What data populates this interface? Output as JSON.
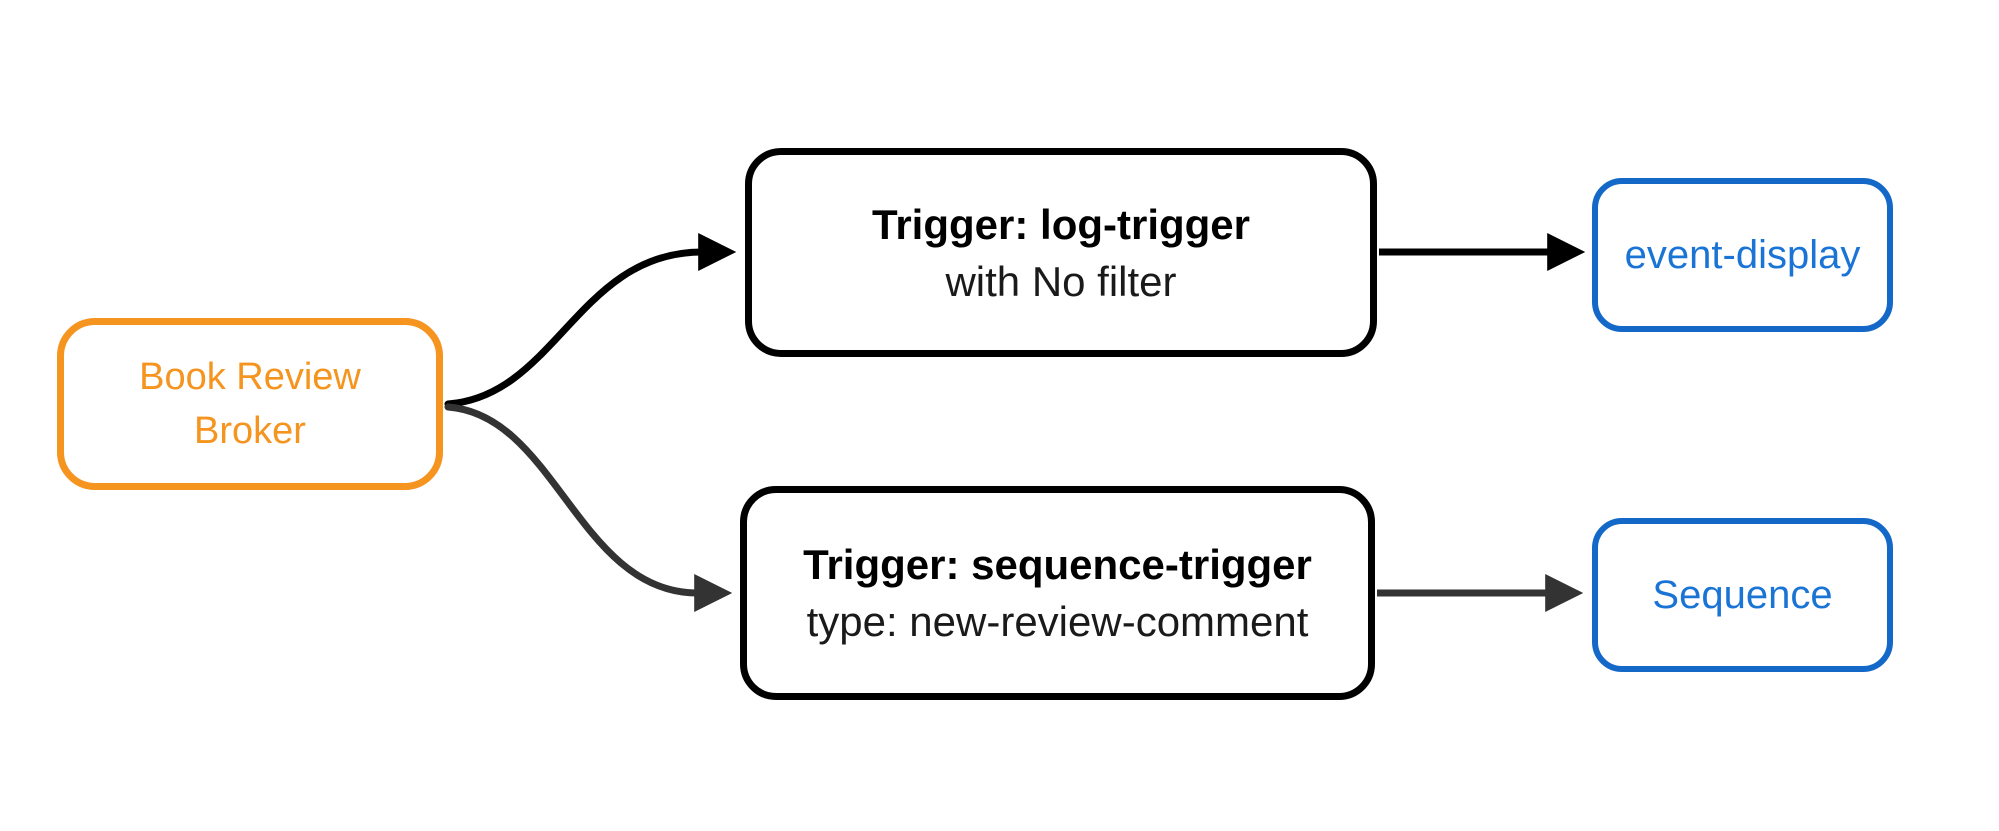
{
  "diagram": {
    "type": "flowchart",
    "background_color": "#ffffff",
    "nodes": {
      "broker": {
        "line1": "Book Review",
        "line2": "Broker",
        "border_color": "#f5941f",
        "text_color": "#f5941f"
      },
      "log_trigger": {
        "title": "Trigger: log-trigger",
        "subtitle": "with No filter",
        "border_color": "#000000",
        "text_color": "#000000"
      },
      "sequence_trigger": {
        "title": "Trigger: sequence-trigger",
        "subtitle": "type: new-review-comment",
        "border_color": "#000000",
        "text_color": "#000000"
      },
      "event_display": {
        "label": "event-display",
        "border_color": "#1468c8",
        "text_color": "#1a74d6"
      },
      "sequence": {
        "label": "Sequence",
        "border_color": "#1468c8",
        "text_color": "#1a74d6"
      }
    },
    "edges": [
      {
        "from": "broker",
        "to": "log_trigger",
        "style": "curved",
        "color": "#000000"
      },
      {
        "from": "broker",
        "to": "sequence_trigger",
        "style": "curved",
        "color": "#333333"
      },
      {
        "from": "log_trigger",
        "to": "event_display",
        "style": "straight",
        "color": "#000000"
      },
      {
        "from": "sequence_trigger",
        "to": "sequence",
        "style": "straight",
        "color": "#333333"
      }
    ],
    "colors": {
      "edge_top": "#000000",
      "edge_bottom": "#333333"
    }
  }
}
